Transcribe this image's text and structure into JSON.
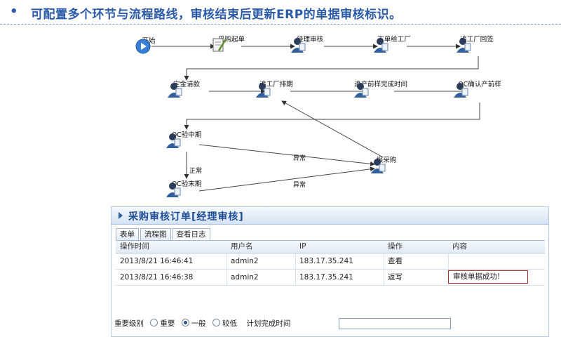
{
  "headline": {
    "bullet": "•",
    "text": "可配置多个环节与流程路线，审核结束后更新ERP的单据审核标识。"
  },
  "flow": {
    "nodes": [
      {
        "id": "start",
        "label": "开始",
        "type": "play"
      },
      {
        "id": "n1",
        "label": "采购起单",
        "type": "doc"
      },
      {
        "id": "n2",
        "label": "经理审核",
        "type": "person"
      },
      {
        "id": "n3",
        "label": "下单给工厂",
        "type": "person"
      },
      {
        "id": "n4",
        "label": "追工厂回签",
        "type": "person"
      },
      {
        "id": "n5",
        "label": "定金请款",
        "type": "person"
      },
      {
        "id": "n6",
        "label": "追工厂排期",
        "type": "person"
      },
      {
        "id": "n7",
        "label": "追产前样完成时间",
        "type": "person"
      },
      {
        "id": "n8",
        "label": "QC确认产前样",
        "type": "person"
      },
      {
        "id": "n9",
        "label": "QC验中期",
        "type": "person"
      },
      {
        "id": "n10",
        "label": "报采购",
        "type": "person"
      },
      {
        "id": "n11",
        "label": "QC验末期",
        "type": "person"
      }
    ],
    "edge_labels": {
      "abnormal_1": "异常",
      "abnormal_2": "异常",
      "normal": "正常"
    }
  },
  "panel": {
    "title": "采购审核订单[经理审核]",
    "tabs": [
      {
        "label": "表单",
        "active": false
      },
      {
        "label": "流程图",
        "active": false
      },
      {
        "label": "查看日志",
        "active": true
      }
    ],
    "columns": [
      "操作时间",
      "用户名",
      "IP",
      "操作",
      "内容"
    ],
    "rows": [
      {
        "time": "2013/8/21 16:46:41",
        "user": "admin2",
        "ip": "183.17.35.241",
        "action": "查看",
        "content": ""
      },
      {
        "time": "2013/8/21 16:46:38",
        "user": "admin2",
        "ip": "183.17.35.241",
        "action": "返写",
        "content": "审核单据成功!"
      }
    ],
    "priority": {
      "label": "重要级别",
      "options": [
        {
          "label": "重要",
          "selected": false
        },
        {
          "label": "一般",
          "selected": true
        },
        {
          "label": "较低",
          "selected": false
        }
      ],
      "deadline_label": "计划完成时间",
      "deadline_value": ""
    }
  },
  "colors": {
    "accent": "#2a5aa8",
    "highlight": "#b23030",
    "panel_border": "#b7c9e3"
  }
}
